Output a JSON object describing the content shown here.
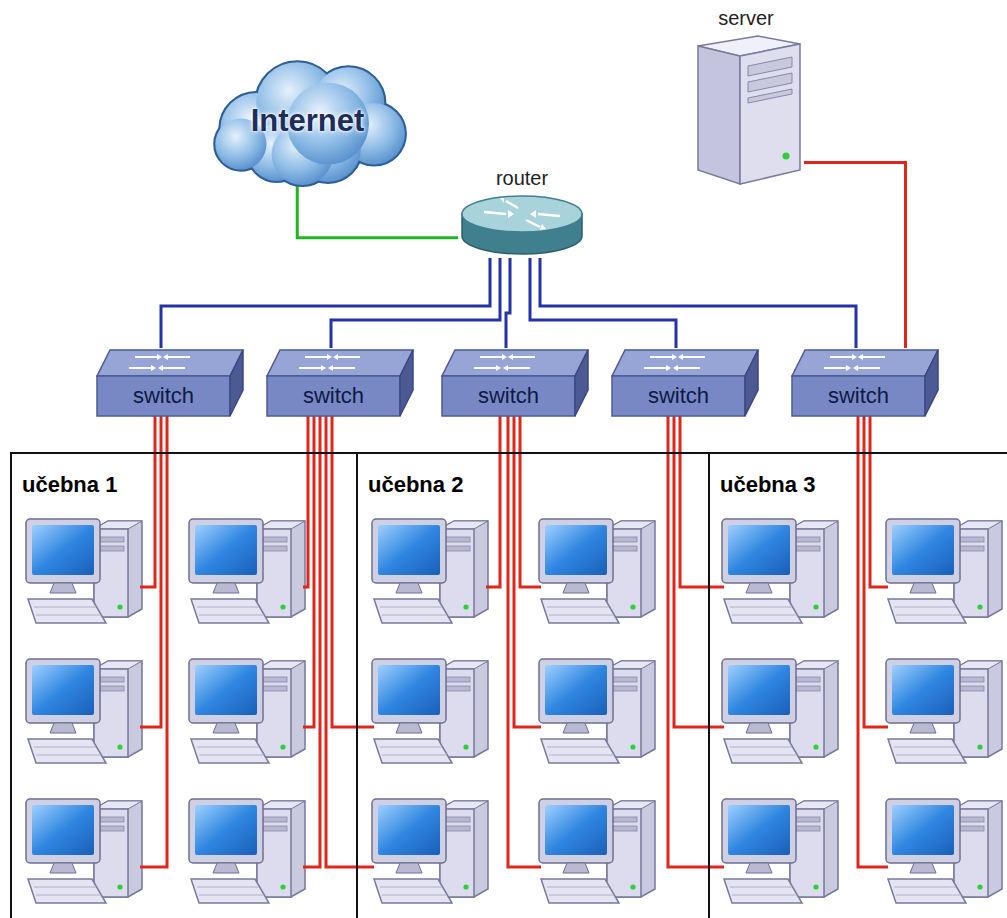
{
  "diagram": {
    "nodes": [
      {
        "text": [
          "Internet"
        ]
      },
      {
        "text": [
          "server"
        ]
      },
      {
        "text": [
          "router"
        ]
      },
      {
        "text": [
          "switch"
        ]
      },
      {
        "text": [
          "switch"
        ]
      },
      {
        "text": [
          "switch"
        ]
      },
      {
        "text": [
          "switch"
        ]
      },
      {
        "text": [
          "switch"
        ]
      },
      {
        "text": [
          "učebna 1"
        ]
      },
      {
        "text": [
          "učebna 2"
        ]
      },
      {
        "text": [
          "učebna 3"
        ]
      }
    ],
    "edges": [
      {
        "from": 0,
        "to": 2,
        "arrow": "none"
      },
      {
        "from": 2,
        "to": 3,
        "arrow": "none"
      },
      {
        "from": 2,
        "to": 4,
        "arrow": "none"
      },
      {
        "from": 2,
        "to": 5,
        "arrow": "none"
      },
      {
        "from": 2,
        "to": 6,
        "arrow": "none"
      },
      {
        "from": 2,
        "to": 7,
        "arrow": "none"
      },
      {
        "from": 1,
        "to": 7,
        "arrow": "none"
      }
    ]
  }
}
